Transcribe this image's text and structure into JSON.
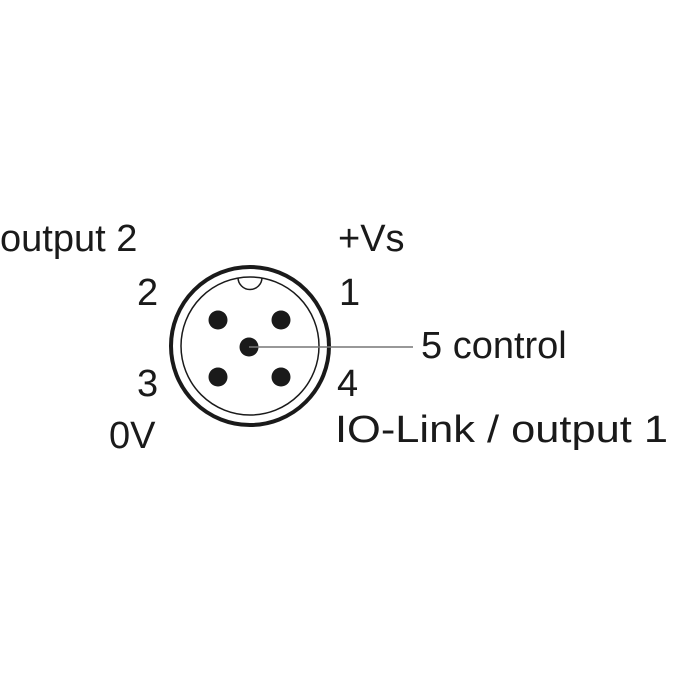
{
  "labels": {
    "pin1_signal": "+Vs",
    "pin1_number": "1",
    "pin2_signal": "output 2",
    "pin2_number": "2",
    "pin3_number": "3",
    "pin3_signal": "0V",
    "pin4_number": "4",
    "pin4_signal": "IO-Link / output 1",
    "pin5_label": "5 control"
  },
  "colors": {
    "stroke": "#1a1a1a",
    "leader_line": "#777777",
    "background": "#ffffff"
  }
}
